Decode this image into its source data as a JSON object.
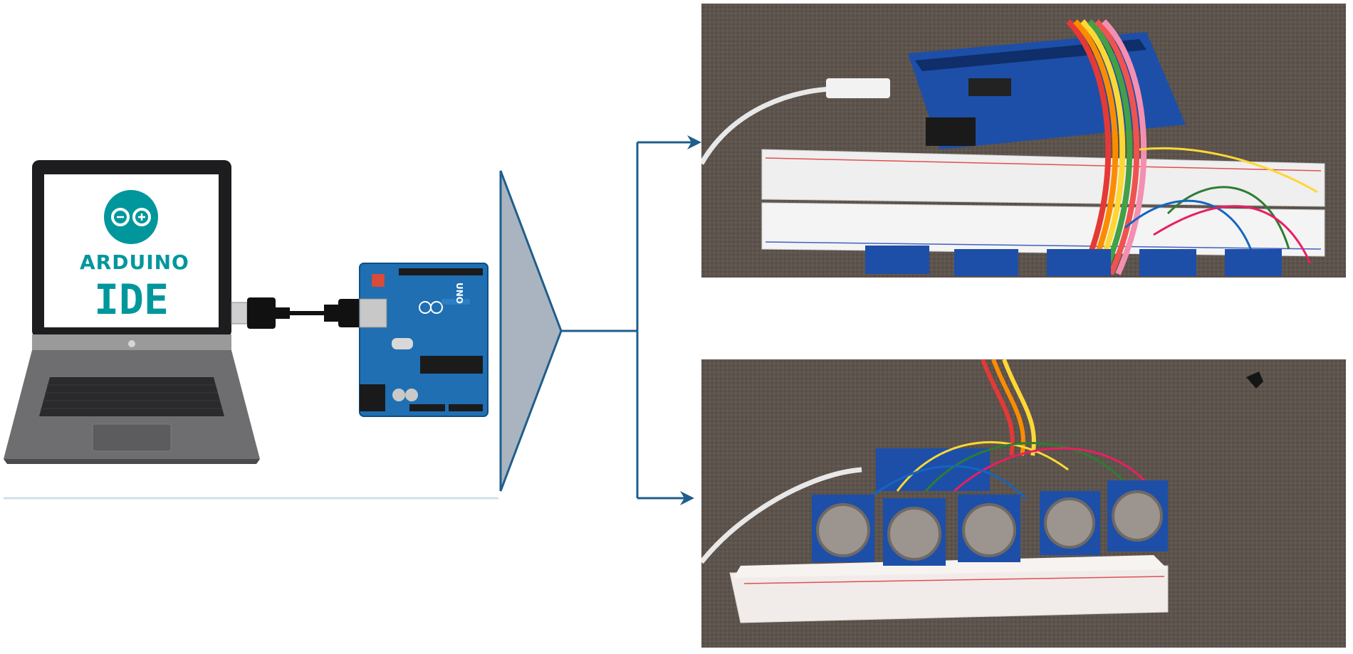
{
  "laptop": {
    "logo_line1": "ARDUINO",
    "logo_line2": "IDE",
    "logo_color": "#00979C"
  },
  "arduino_board": {
    "silkscreen_model": "UNO",
    "board_color": "#1f6fb2"
  },
  "photos": {
    "top_caption": "",
    "bottom_caption": ""
  },
  "colors": {
    "arrow": "#1f5e8c",
    "triangle_fill": "#aab4c0",
    "triangle_stroke": "#1f5e8c",
    "carpet": "#5d544d"
  }
}
